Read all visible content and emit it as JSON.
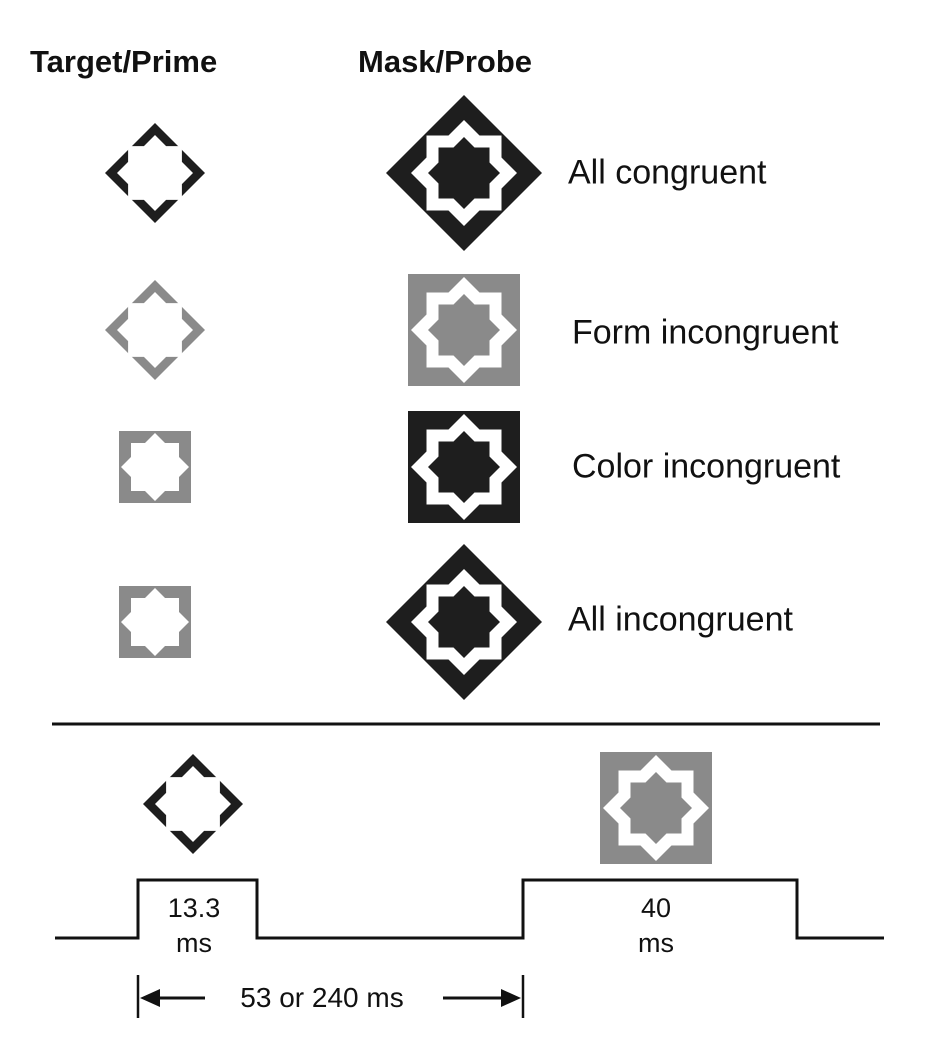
{
  "headers": {
    "target": "Target/Prime",
    "mask": "Mask/Probe"
  },
  "conditions": [
    {
      "label": "All congruent",
      "target": {
        "shape": "diamond",
        "color": "#1e1e1e"
      },
      "mask": {
        "shape": "diamond",
        "color": "#1e1e1e"
      }
    },
    {
      "label": "Form incongruent",
      "target": {
        "shape": "diamond",
        "color": "#8a8a8a"
      },
      "mask": {
        "shape": "square",
        "color": "#8a8a8a"
      }
    },
    {
      "label": "Color incongruent",
      "target": {
        "shape": "square",
        "color": "#8a8a8a"
      },
      "mask": {
        "shape": "square",
        "color": "#1e1e1e"
      }
    },
    {
      "label": "All incongruent",
      "target": {
        "shape": "square",
        "color": "#8a8a8a"
      },
      "mask": {
        "shape": "diamond",
        "color": "#1e1e1e"
      }
    }
  ],
  "timeline": {
    "example_target": {
      "shape": "diamond",
      "color": "#1e1e1e"
    },
    "example_mask": {
      "shape": "square",
      "color": "#8a8a8a"
    },
    "target_duration": "13.3",
    "target_unit": "ms",
    "mask_duration": "40",
    "mask_unit": "ms",
    "soa": "53 or 240 ms"
  }
}
